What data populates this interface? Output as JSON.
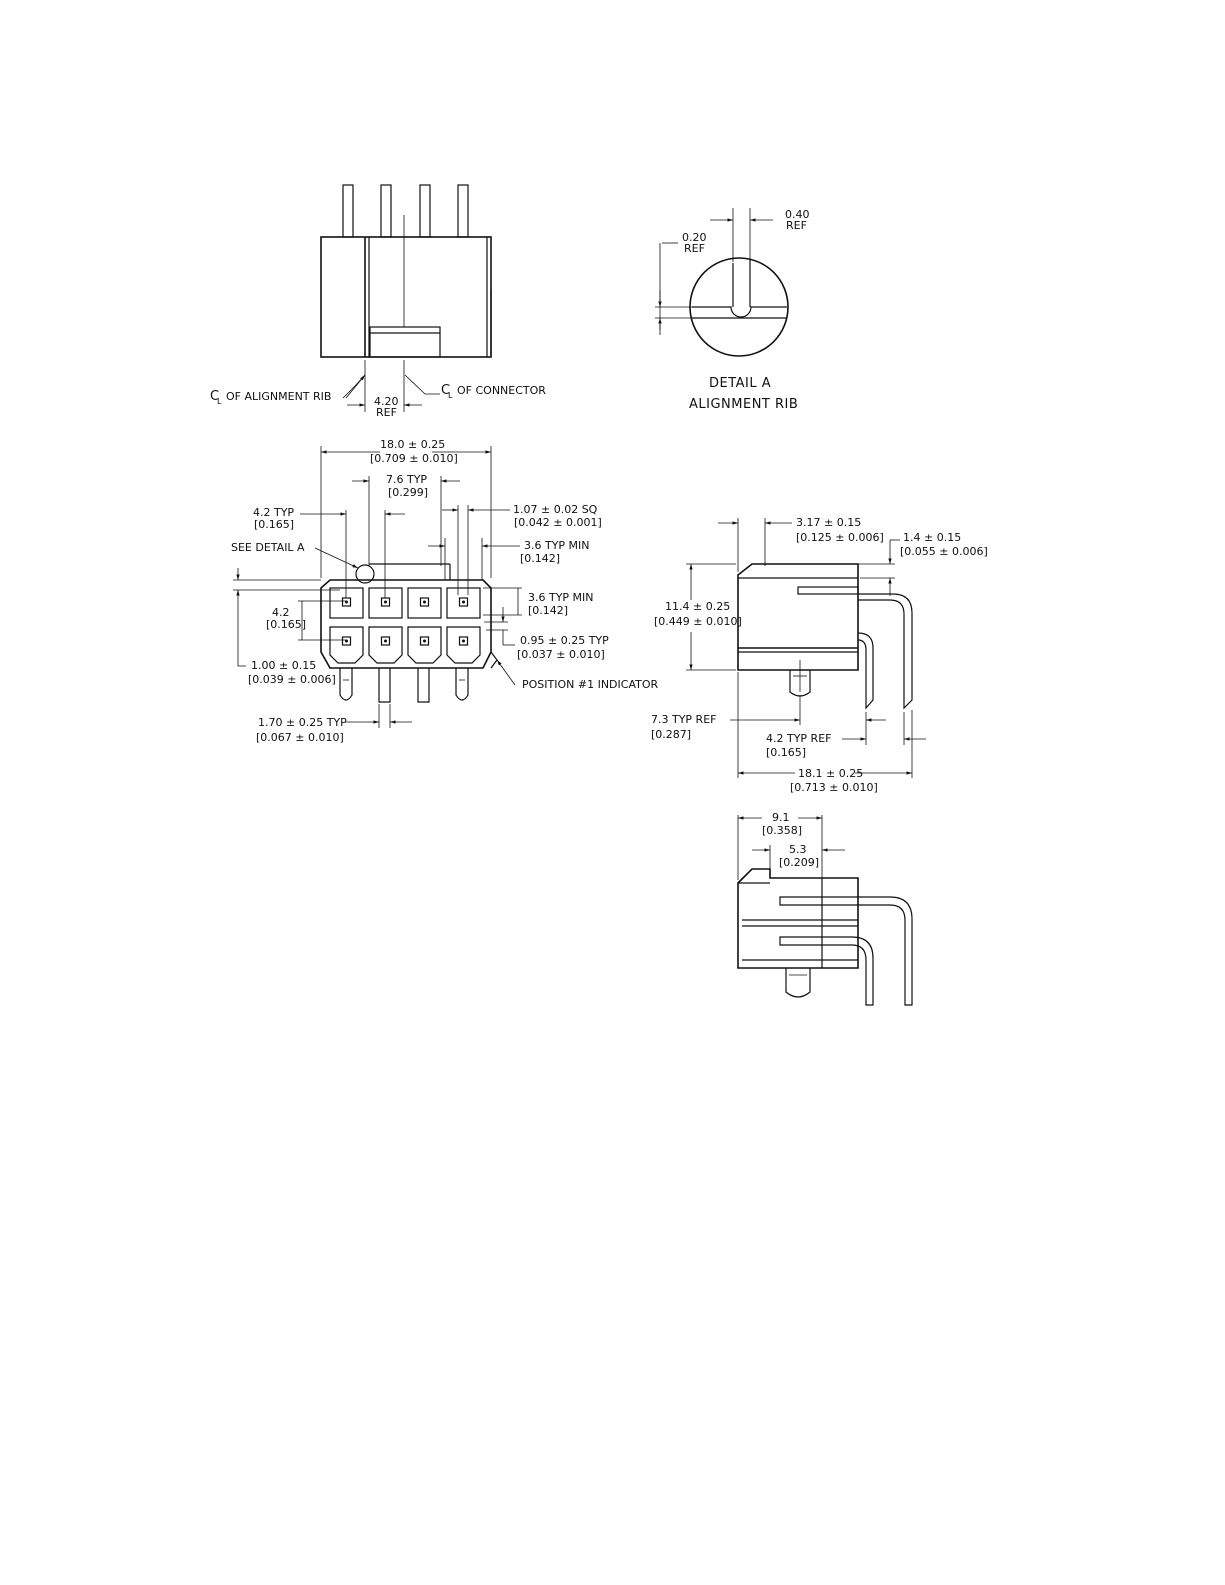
{
  "views": {
    "top": {
      "cl_alignment_rib": "OF ALIGNMENT RIB",
      "cl_connector": "OF CONNECTOR",
      "rib_offset": "4.20",
      "rib_offset_ref": "REF",
      "cl_symbol": "C",
      "cl_symbol_sub": "L"
    },
    "detail_a": {
      "dim_020": "0.20",
      "dim_020_ref": "REF",
      "dim_040": "0.40",
      "dim_040_ref": "REF",
      "title": "DETAIL A",
      "subtitle": "ALIGNMENT RIB"
    },
    "front": {
      "width_mm": "18.0 ± 0.25",
      "width_in": "[0.709 ± 0.010]",
      "pitch_typ": "7.6  TYP",
      "pitch_typ_in": "[0.299]",
      "pitch42_typ": "4.2  TYP",
      "pitch42_typ_in": "[0.165]",
      "pin_sq": "1.07 ± 0.02  SQ",
      "pin_sq_in": "[0.042 ± 0.001]",
      "see_detail": "SEE DETAIL  A",
      "min36": "3.6  TYP MIN",
      "min36_in": "[0.142]",
      "min36b": "3.6  TYP MIN",
      "min36b_in": "[0.142]",
      "row_pitch": "4.2",
      "row_pitch_in": "[0.165]",
      "dim_095": "0.95 ± 0.25  TYP",
      "dim_095_in": "[0.037 ± 0.010]",
      "dim_100": "1.00 ± 0.15",
      "dim_100_in": "[0.039 ± 0.006]",
      "position1": "POSITION  #1  INDICATOR",
      "dim_170": "1.70 ± 0.25  TYP",
      "dim_170_in": "[0.067 ± 0.010]"
    },
    "side": {
      "dim_317": "3.17 ± 0.15",
      "dim_317_in": "[0.125 ± 0.006]",
      "dim_14": "1.4 ± 0.15",
      "dim_14_in": "[0.055 ± 0.006]",
      "height": "11.4 ± 0.25",
      "height_in": "[0.449 ± 0.010]",
      "dim_73": "7.3  TYP REF",
      "dim_73_in": "[0.287]",
      "dim_42ref": "4.2  TYP  REF",
      "dim_42ref_in": "[0.165]",
      "length": "18.1 ± 0.25",
      "length_in": "[0.713 ± 0.010]"
    },
    "section": {
      "dim_91": "9.1",
      "dim_91_in": "[0.358]",
      "dim_53": "5.3",
      "dim_53_in": "[0.209]"
    }
  }
}
